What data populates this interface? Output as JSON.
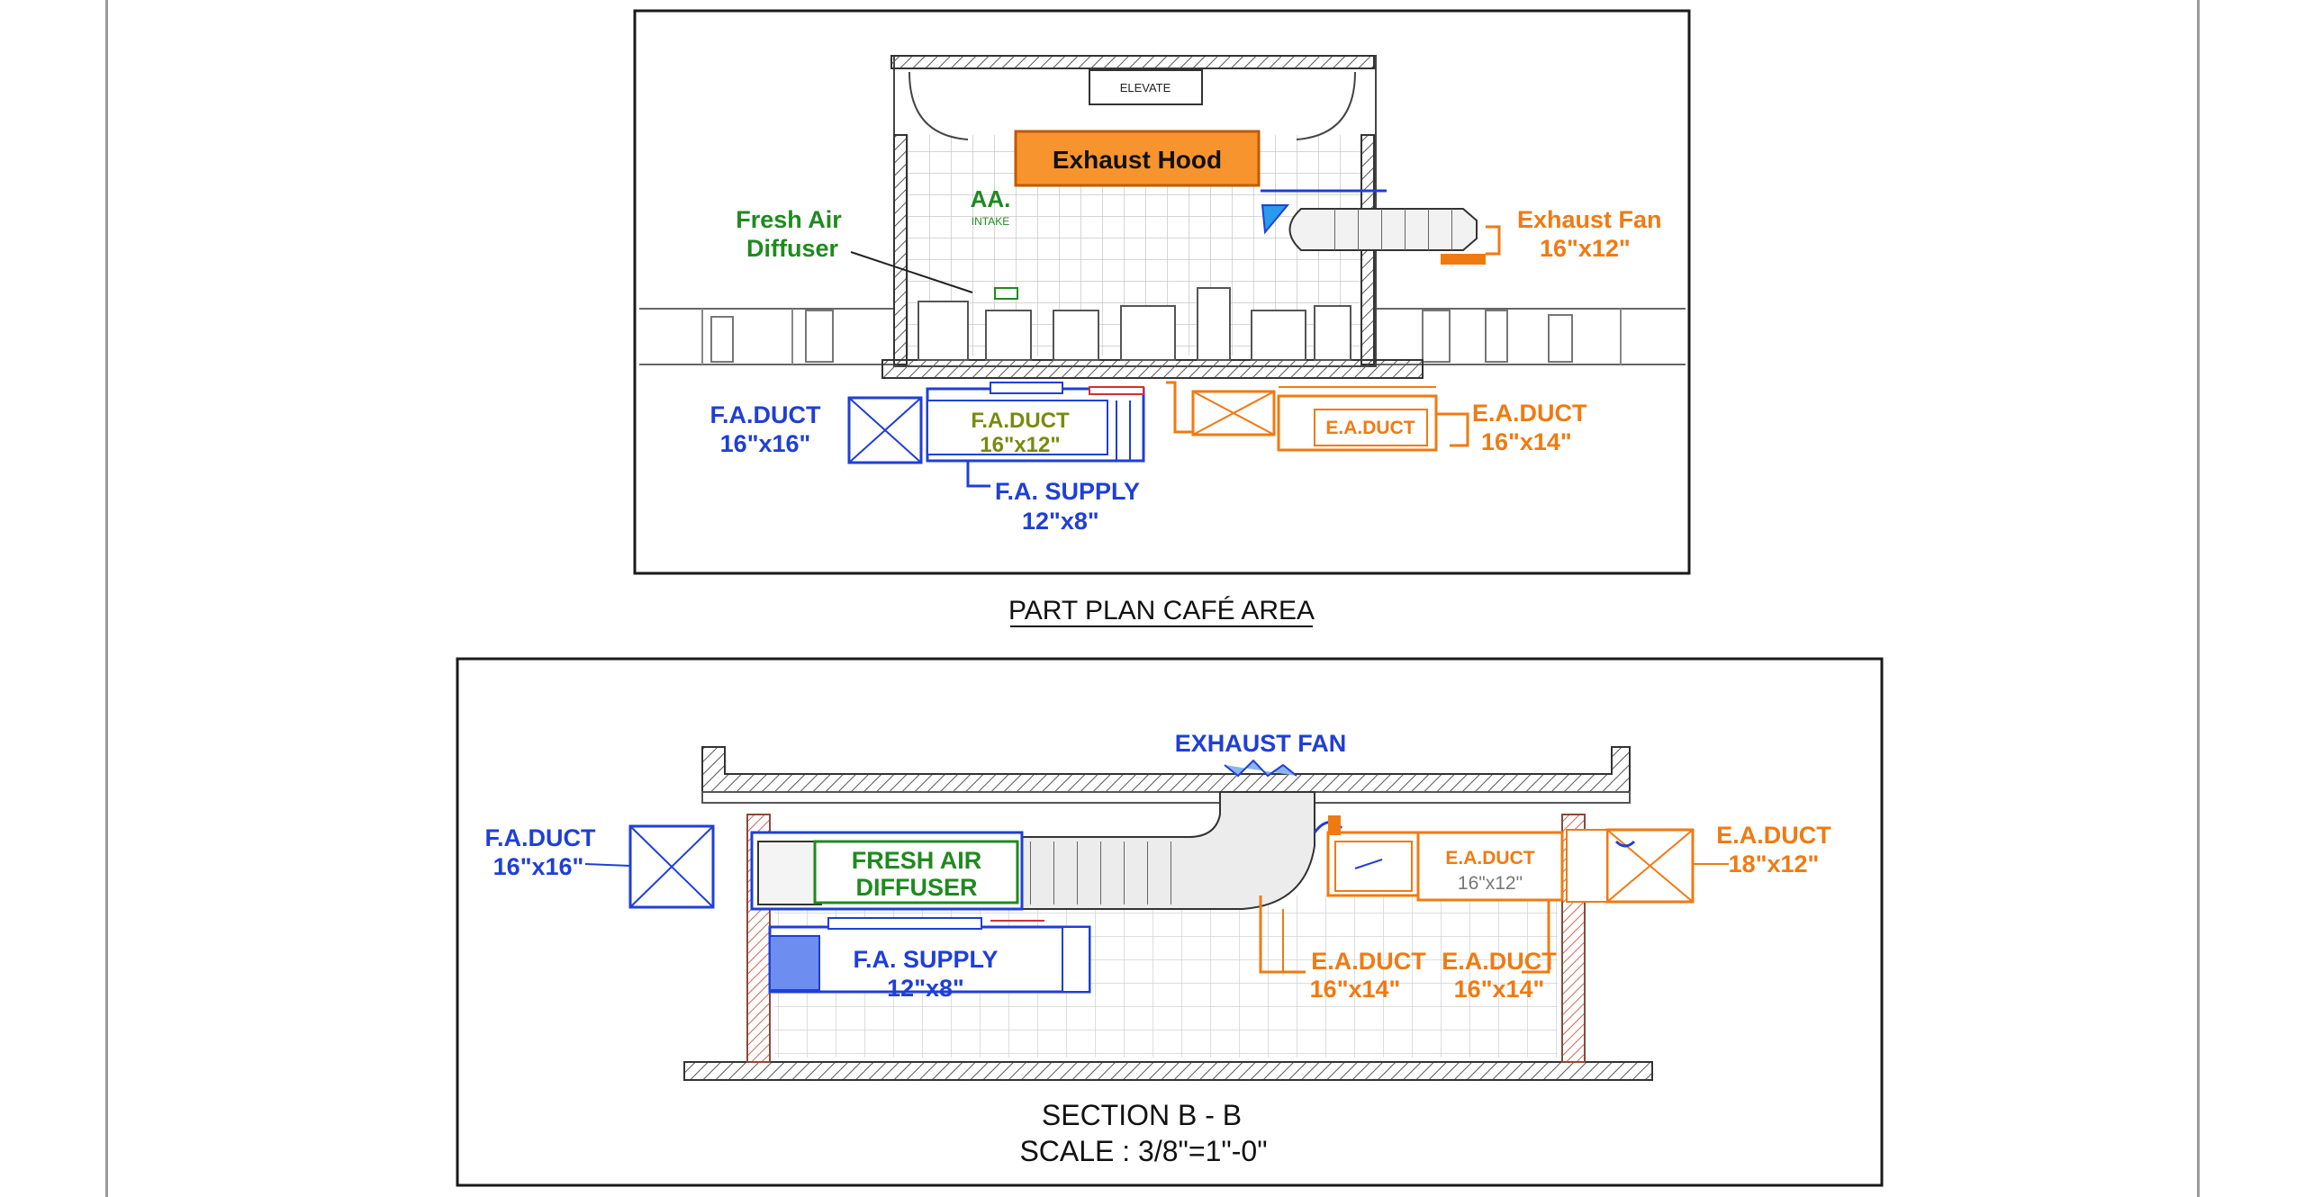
{
  "colors": {
    "blue": "#1f3fd6",
    "orange": "#f07a12",
    "green": "#1f8a1f",
    "olive": "#7a8a10",
    "line": "#222222",
    "hatch": "#d9d9d9"
  },
  "plan": {
    "title": "PART PLAN CAFÉ AREA",
    "sign_text": "ELEVATE",
    "exhaust_hood": "Exhaust Hood",
    "aa_tag": "AA.",
    "aa_sub": "INTAKE",
    "fresh_air_diffuser": [
      "Fresh Air",
      "Diffuser"
    ],
    "exhaust_fan": {
      "name": "Exhaust Fan",
      "size": "16\"x12\""
    },
    "fa_duct_left": {
      "name": "F.A.DUCT",
      "size": "16\"x16\""
    },
    "fa_duct_inner": {
      "name": "F.A.DUCT",
      "size": "16\"x12\""
    },
    "fa_supply": {
      "name": "F.A. SUPPLY",
      "size": "12\"x8\""
    },
    "ea_duct_inner": "E.A.DUCT",
    "ea_duct_right": {
      "name": "E.A.DUCT",
      "size": "16\"x14\""
    }
  },
  "section": {
    "title": "SECTION B - B",
    "scale": "SCALE : 3/8\"=1\"-0\"",
    "exhaust_fan": "EXHAUST FAN",
    "fa_duct": {
      "name": "F.A.DUCT",
      "size": "16\"x16\""
    },
    "fresh_air_diffuser": [
      "FRESH AIR",
      "DIFFUSER"
    ],
    "fa_supply": {
      "name": "F.A. SUPPLY",
      "size": "12\"x8\""
    },
    "ea_duct_inner": {
      "name": "E.A.DUCT",
      "size": "16\"x12\""
    },
    "ea_duct_right": {
      "name": "E.A.DUCT",
      "size": "18\"x12\""
    },
    "ea_duct_lower_1": {
      "name": "E.A.DUCT",
      "size": "16\"x14\""
    },
    "ea_duct_lower_2": {
      "name": "E.A.DUCT",
      "size": "16\"x14\""
    }
  }
}
